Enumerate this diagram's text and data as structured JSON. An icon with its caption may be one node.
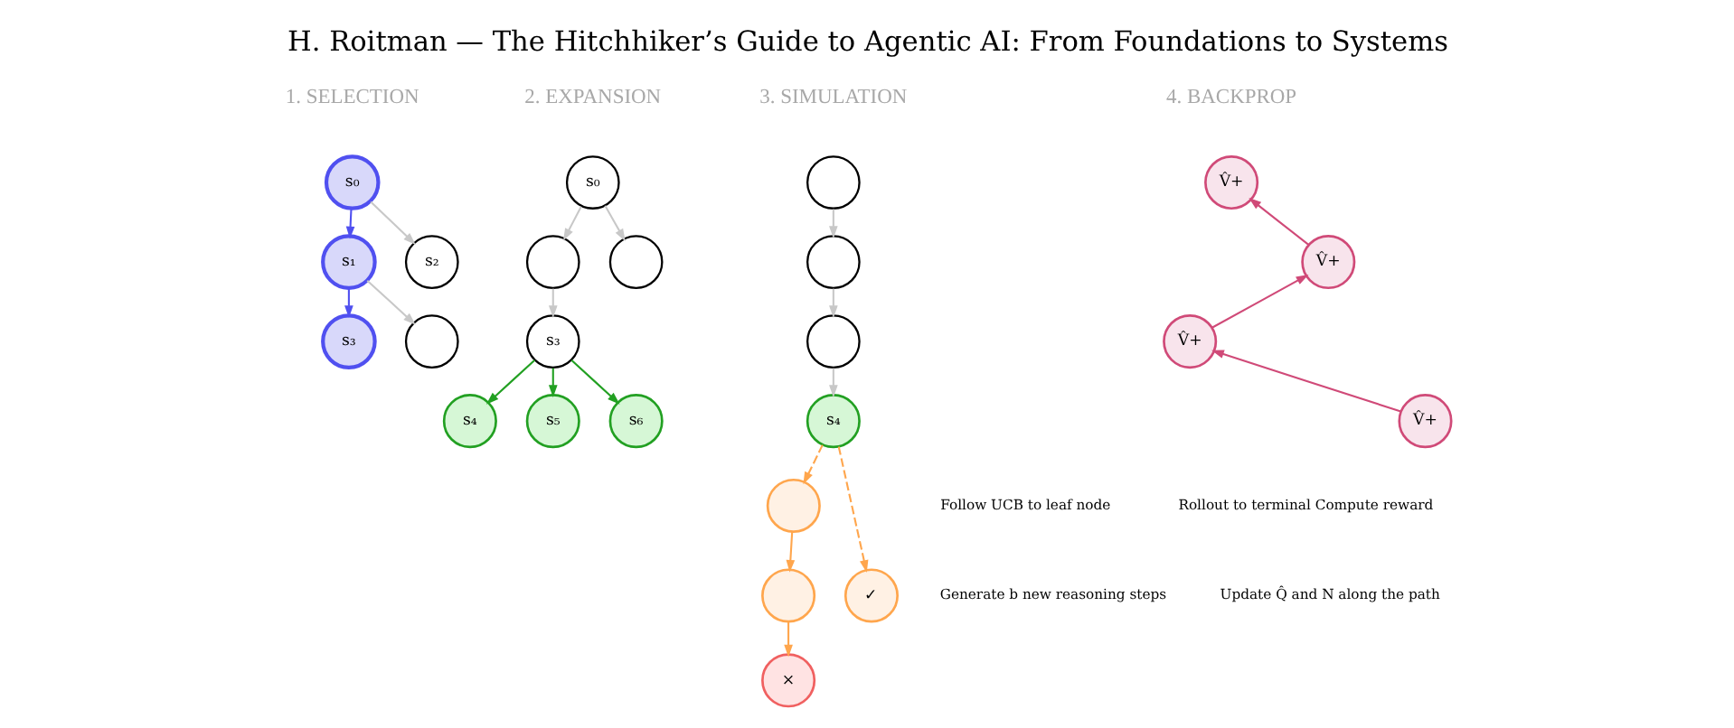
{
  "diagram": {
    "title": "H. Roitman — The Hitchhiker’s Guide to Agentic AI: From Foundations to Systems",
    "nodes": [
      {
        "text": [
          "s₀"
        ]
      },
      {
        "text": [
          "s₁"
        ]
      },
      {
        "text": [
          "s₂"
        ]
      },
      {
        "text": [
          "s₃"
        ]
      },
      {
        "text": [],
        "shape": "circle"
      },
      {
        "text": [
          "s₀"
        ]
      },
      {
        "text": [],
        "shape": "circle"
      },
      {
        "text": [],
        "shape": "circle"
      },
      {
        "text": [
          "s₃"
        ]
      },
      {
        "text": [
          "s₄"
        ]
      },
      {
        "text": [
          "s₅"
        ]
      },
      {
        "text": [
          "s₆"
        ]
      },
      {
        "text": [],
        "shape": "circle"
      },
      {
        "text": [],
        "shape": "circle"
      },
      {
        "text": [],
        "shape": "circle"
      },
      {
        "text": [
          "s₄"
        ]
      },
      {
        "text": [],
        "shape": "circle"
      },
      {
        "text": [],
        "shape": "circle"
      },
      {
        "text": [
          "✓"
        ]
      },
      {
        "text": [
          "×"
        ]
      },
      {
        "text": [
          "V̂+"
        ]
      },
      {
        "text": [
          "V̂+"
        ]
      },
      {
        "text": [
          "V̂+"
        ]
      },
      {
        "text": [
          "V̂+"
        ]
      }
    ],
    "edges": [
      {
        "from": 0,
        "to": 1,
        "arrow": "to",
        "color": "#5050f0"
      },
      {
        "from": 0,
        "to": 2,
        "arrow": "to"
      },
      {
        "from": 1,
        "to": 3,
        "arrow": "to",
        "color": "#5050f0"
      },
      {
        "from": 1,
        "to": 4,
        "arrow": "to"
      },
      {
        "from": 5,
        "to": 6,
        "arrow": "to"
      },
      {
        "from": 5,
        "to": 7,
        "arrow": "to"
      },
      {
        "from": 6,
        "to": 8,
        "arrow": "to"
      },
      {
        "from": 8,
        "to": 9,
        "arrow": "to",
        "color": "#22a022"
      },
      {
        "from": 8,
        "to": 10,
        "arrow": "to",
        "color": "#22a022"
      },
      {
        "from": 8,
        "to": 11,
        "arrow": "to",
        "color": "#22a022"
      },
      {
        "from": 12,
        "to": 13,
        "arrow": "to"
      },
      {
        "from": 13,
        "to": 14,
        "arrow": "to"
      },
      {
        "from": 14,
        "to": 15,
        "arrow": "to"
      },
      {
        "from": 15,
        "to": 16,
        "arrow": "to",
        "style": "dashed",
        "color": "#ffa64d"
      },
      {
        "from": 15,
        "to": 18,
        "arrow": "to",
        "style": "dashed",
        "color": "#ffa64d"
      },
      {
        "from": 16,
        "to": 17,
        "arrow": "to",
        "color": "#ffa64d"
      },
      {
        "from": 17,
        "to": 19,
        "arrow": "to",
        "color": "#ffa64d"
      },
      {
        "from": 23,
        "to": 22,
        "arrow": "to",
        "color": "#d04a78"
      },
      {
        "from": 22,
        "to": 21,
        "arrow": "to",
        "color": "#d04a78"
      },
      {
        "from": 21,
        "to": 20,
        "arrow": "to",
        "color": "#d04a78"
      }
    ],
    "labels": [
      "1. SELECTION",
      "2. EXPANSION",
      "3. SIMULATION",
      "4. BACKPROP",
      "Follow UCB to leaf node",
      "Generate b new reasoning steps",
      "Rollout to terminal Compute reward",
      "Update Q̂ and N along the path"
    ]
  }
}
